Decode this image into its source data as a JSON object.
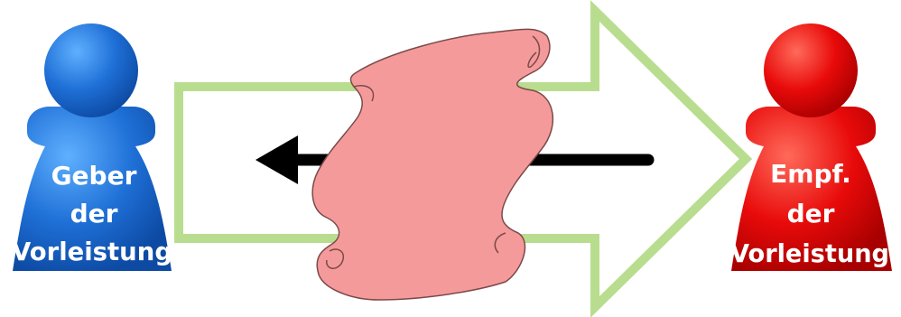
{
  "giver": {
    "lines": [
      "Geber",
      "der",
      "Vorleistung"
    ],
    "color": "#1e6fd6"
  },
  "receiver": {
    "lines": [
      "Empf.",
      "der",
      "Vorleistung"
    ],
    "color": "#e80a0a"
  },
  "big_arrow": {
    "color": "#b9dd8f",
    "icon": "outline-arrow-right"
  },
  "back_arrow": {
    "color": "#000000",
    "icon": "arrow-left"
  },
  "scroll": {
    "color": "#f59a9a",
    "icon": "scroll-icon"
  }
}
